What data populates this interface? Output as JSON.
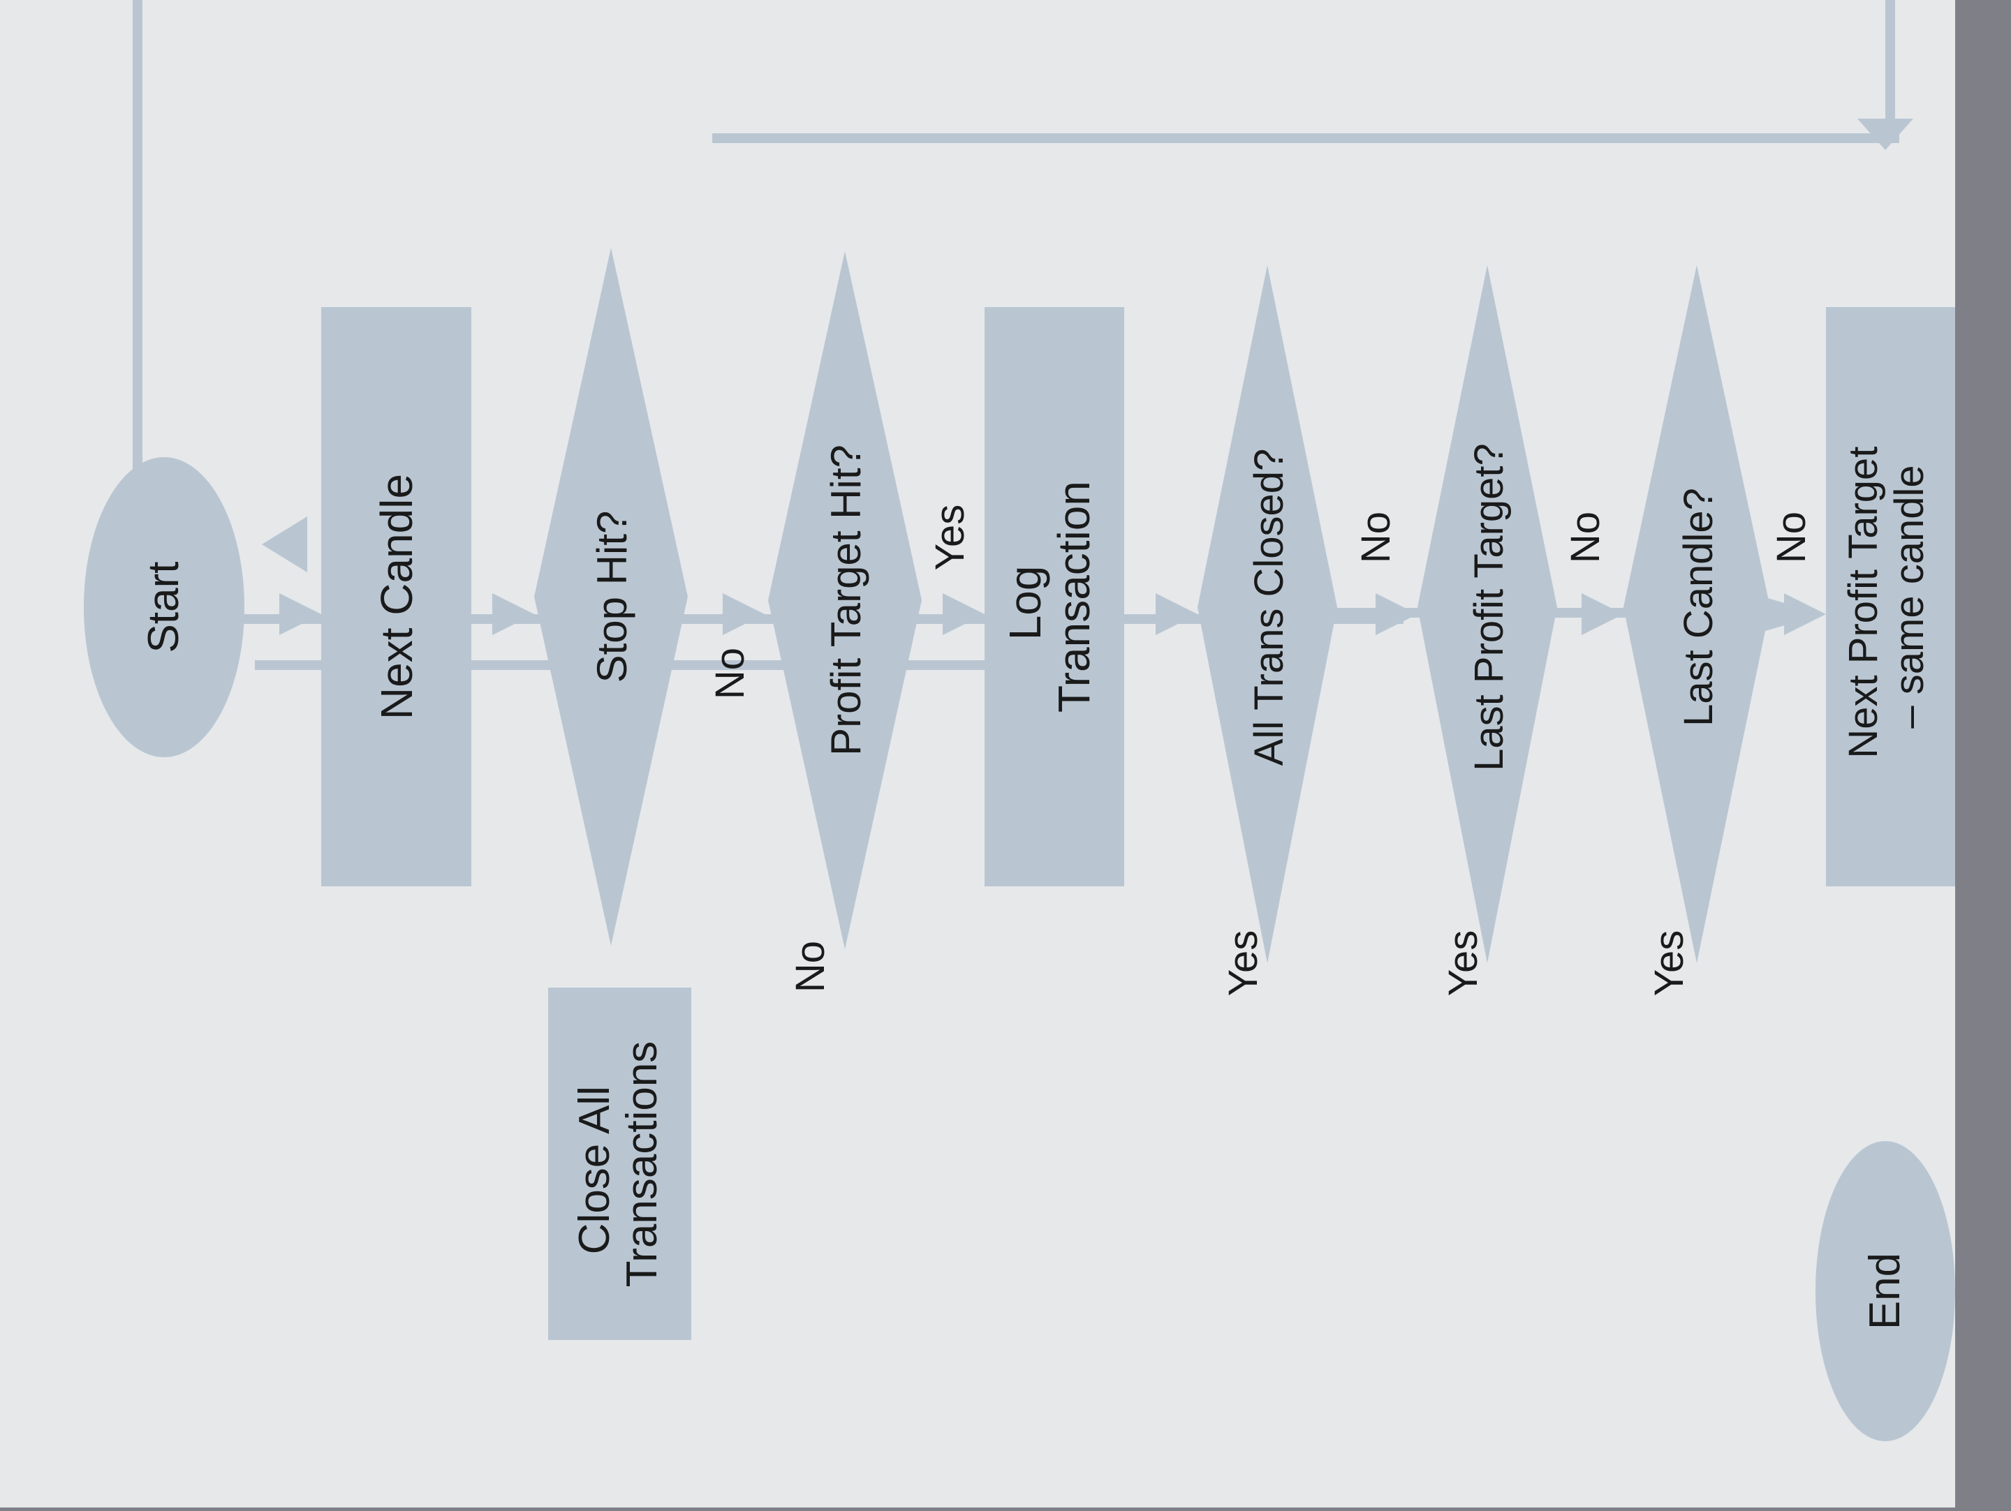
{
  "colors": {
    "background": "#7f7f87",
    "paper": "#e6e8ea",
    "shape_fill": "#b9c6d2",
    "connector": "#b9c6d2",
    "text": "#1a1a1a"
  },
  "nodes": {
    "start": "Start",
    "next_candle": "Next Candle",
    "stop_hit": "Stop Hit?",
    "close_all": [
      "Close All",
      "Transactions"
    ],
    "profit_target_hit": "Profit Target Hit?",
    "log_transaction": [
      "Log",
      "Transaction"
    ],
    "all_trans_closed": "All Trans Closed?",
    "last_profit_target": "Last Profit Target?",
    "last_candle": "Last Candle?",
    "next_profit_target": [
      "Next Profit Target",
      "– same candle"
    ],
    "end": "End"
  },
  "labels": {
    "stop_no": "No",
    "profit_yes": "Yes",
    "profit_no": "No",
    "all_closed_no": "No",
    "all_closed_yes": "Yes",
    "last_target_no": "No",
    "last_target_yes": "Yes",
    "last_candle_no": "No",
    "last_candle_yes": "Yes"
  }
}
